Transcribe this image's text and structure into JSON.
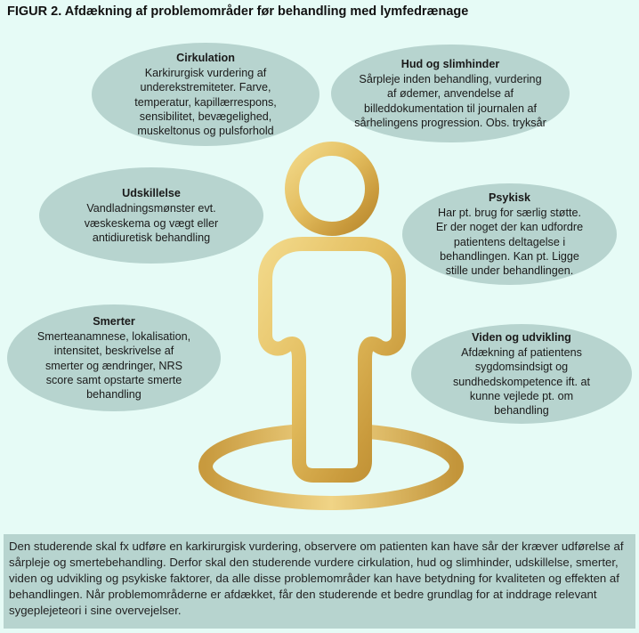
{
  "title": "FIGUR 2. Afdækning af problemområder før behandling med lymfedrænage",
  "bubbles": {
    "cirkulation": {
      "heading": "Cirkulation",
      "body": "Karkirurgisk vurdering af\nunderekstremiteter. Farve,\ntemperatur, kapillærrespons,\nsensibilitet, bevægelighed,\nmuskeltonus og pulsforhold"
    },
    "hud": {
      "heading": "Hud og slimhinder",
      "body": "Sårpleje inden behandling, vurdering\naf ødemer, anvendelse af\nbilleddokumentation til journalen af\nsårhelingens progression. Obs. tryksår"
    },
    "udskillelse": {
      "heading": "Udskillelse",
      "body": "Vandladningsmønster evt.\nvæskeskema og vægt eller\nantidiuretisk behandling"
    },
    "psykisk": {
      "heading": "Psykisk",
      "body": "Har pt. brug for særlig støtte.\nEr der noget der kan udfordre\npatientens deltagelse i\nbehandlingen. Kan pt. Ligge\nstille under behandlingen."
    },
    "smerter": {
      "heading": "Smerter",
      "body": "Smerteanamnese, lokalisation,\nintensitet, beskrivelse af\nsmerter og ændringer, NRS\nscore samt opstarte smerte\nbehandling"
    },
    "viden": {
      "heading": "Viden og udvikling",
      "body": "Afdækning af patientens\nsygdomsindsigt og\nsundhedskompetence ift. at\nkunne vejlede pt. om\nbehandling"
    }
  },
  "footer": {
    "text": "Den studerende skal fx udføre en karkirurgisk vurdering, observere om patienten kan have sår der kræver udførelse af sårpleje og smertebehandling. Derfor skal den studerende vurdere cirkulation, hud og slimhinder, udskillelse, smerter, viden og udvikling og psykiske faktorer, da alle disse problemområder kan have betydning for kvaliteten og effekten af behandlingen. Når problemområderne er afdækket, får den studerende et bedre grundlag for at inddrage relevant sygeplejeteori i sine overvejelser."
  },
  "colors": {
    "background": "#e6fbf6",
    "bubble": "#b7d4cf",
    "figure_gold": "#e3bd5e"
  }
}
